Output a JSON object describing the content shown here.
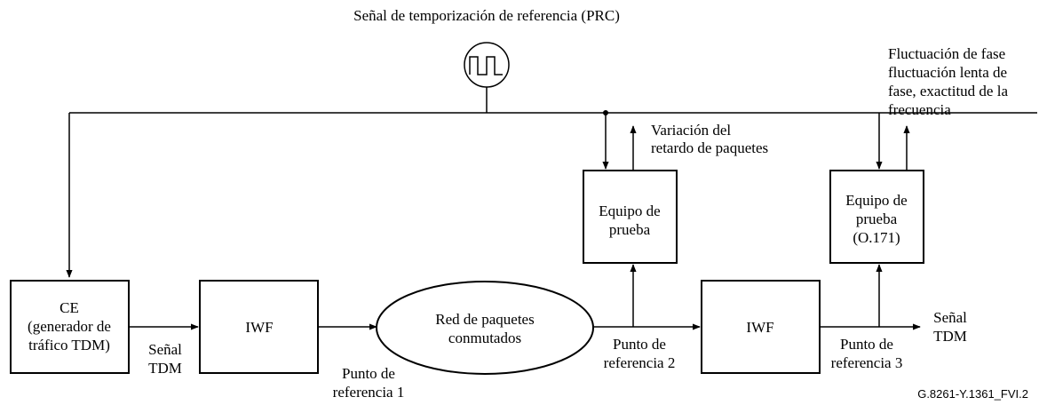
{
  "reference": {
    "title": "Señal de temporización de referencia (PRC)"
  },
  "measurements": {
    "pdv": [
      "Variación del",
      "retardo de paquetes"
    ],
    "jitter": [
      "Fluctuación de fase",
      "fluctuación lenta de",
      "fase, exactitud de la",
      "frecuencia"
    ]
  },
  "blocks": {
    "ce": [
      "CE",
      "(generador de",
      "tráfico TDM)"
    ],
    "iwf1": "IWF",
    "network": [
      "Red de paquetes",
      "conmutados"
    ],
    "iwf2": "IWF",
    "test1": [
      "Equipo de",
      "prueba"
    ],
    "test2": [
      "Equipo de",
      "prueba",
      "(O.171)"
    ]
  },
  "signals": {
    "tdm_in": [
      "Señal",
      "TDM"
    ],
    "tdm_out": [
      "Señal",
      "TDM"
    ]
  },
  "reference_points": {
    "p1": [
      "Punto de",
      "referencia 1"
    ],
    "p2": [
      "Punto de",
      "referencia 2"
    ],
    "p3": [
      "Punto de",
      "referencia 3"
    ]
  },
  "figure_id": "G.8261-Y.1361_FVI.2"
}
